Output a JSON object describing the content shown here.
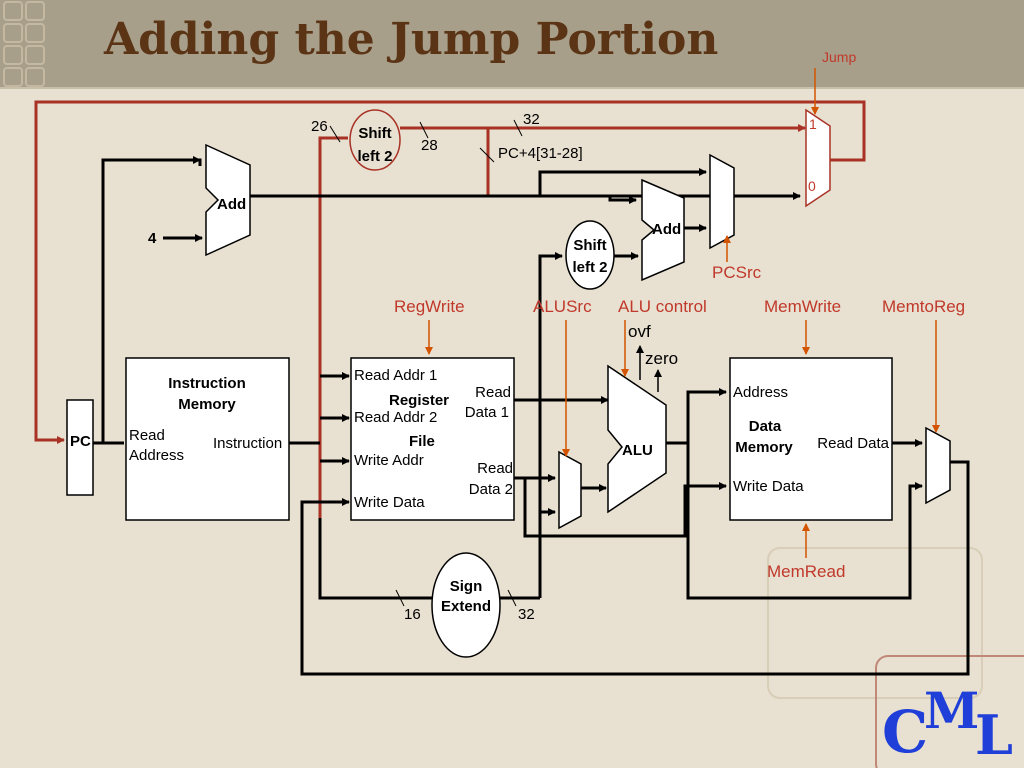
{
  "slide": {
    "title": "Adding the Jump Portion",
    "logo": {
      "c": "C",
      "m": "M",
      "l": "L"
    }
  },
  "labels": {
    "jump": "Jump",
    "mux_one": "1",
    "mux_zero": "0",
    "shift_left_a": "Shift",
    "shift_left_b": "left 2",
    "bits_26": "26",
    "bits_28": "28",
    "bits_32_top": "32",
    "pc_plus4_bits": "PC+4[31-28]",
    "add": "Add",
    "add2": "Add",
    "four": "4",
    "pcsrc": "PCSrc",
    "regwrite": "RegWrite",
    "alusrc": "ALUSrc",
    "alu_control": "ALU control",
    "memwrite": "MemWrite",
    "memtoreg": "MemtoReg",
    "ovf": "ovf",
    "zero": "zero",
    "pc": "PC",
    "instr_mem_a": "Instruction",
    "instr_mem_b": "Memory",
    "read_addr_a": "Read",
    "read_addr_b": "Address",
    "instruction": "Instruction",
    "read_addr1": "Read Addr 1",
    "register": "Register",
    "read_addr2": "Read Addr 2",
    "file": "File",
    "write_addr": "Write Addr",
    "write_data_reg": "Write Data",
    "read_data1_a": "Read",
    "read_data1_b": "Data 1",
    "read_data2_a": "Read",
    "read_data2_b": "Data 2",
    "alu": "ALU",
    "address": "Address",
    "data_mem_a": "Data",
    "data_mem_b": "Memory",
    "read_data": "Read Data",
    "write_data_mem": "Write Data",
    "memread": "MemRead",
    "sign_a": "Sign",
    "sign_b": "Extend",
    "bits_16": "16",
    "bits_32_bottom": "32"
  },
  "colors": {
    "title": "#5b3416",
    "jump_path": "#a93226",
    "control": "#c0392b",
    "logo": "#1f3fd8"
  }
}
